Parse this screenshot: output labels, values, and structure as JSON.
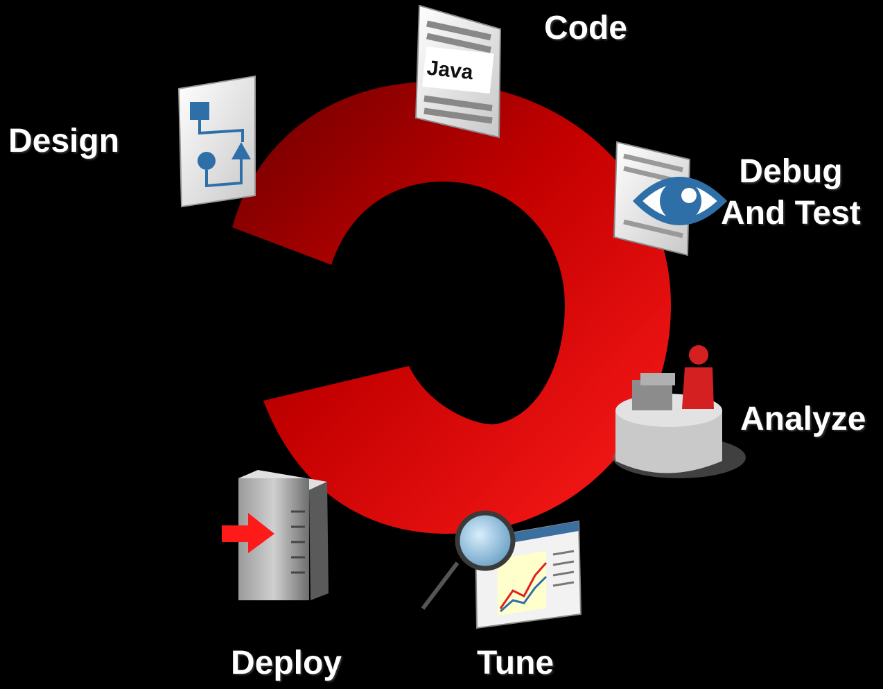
{
  "stages": {
    "code": "Code",
    "design": "Design",
    "debug_line1": "Debug",
    "debug_line2": "And Test",
    "analyze": "Analyze",
    "deploy": "Deploy",
    "tune": "Tune"
  },
  "icons": {
    "code": "java-document-icon",
    "design": "flowchart-document-icon",
    "debug": "eye-document-icon",
    "analyze": "user-at-workstation-icon",
    "deploy": "server-with-arrow-icon",
    "tune": "magnifier-chart-icon"
  },
  "code_icon_text": "Java",
  "colors": {
    "background": "#000000",
    "cycle_dark": "#7a0000",
    "cycle_bright": "#ff1a1a",
    "icon_blue": "#2f6fa8",
    "label": "#ffffff"
  }
}
